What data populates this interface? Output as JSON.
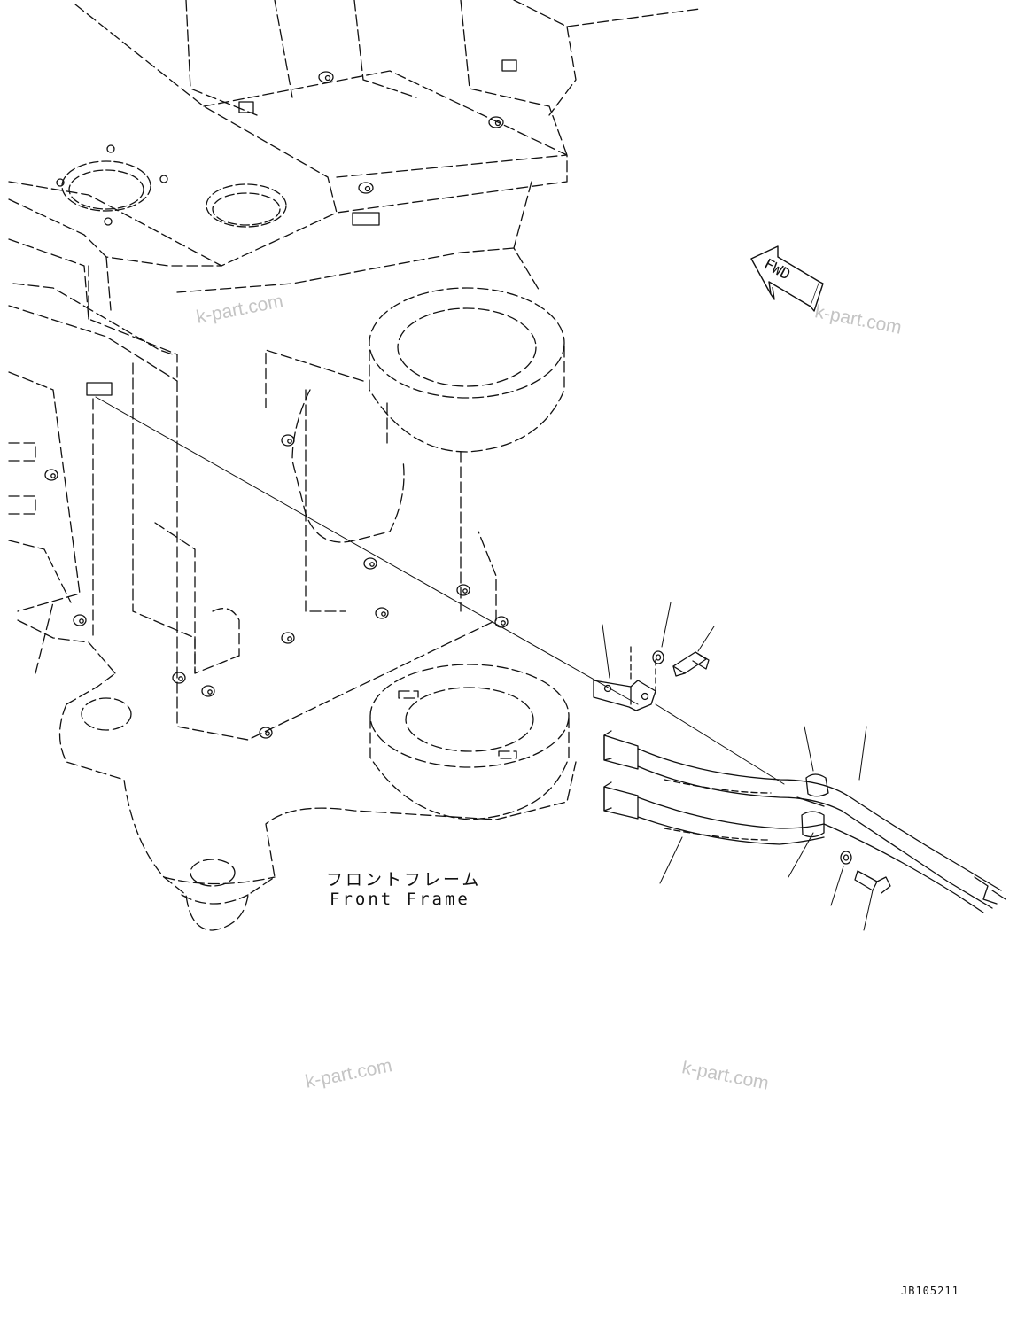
{
  "labels": {
    "frame_jp": "フロントフレーム",
    "frame_en": "Front Frame",
    "fwd": "FWD",
    "drawing_code": "JB105211"
  },
  "watermark": "k-part.com",
  "colors": {
    "line": "#111111",
    "watermark": "#c4c4c4",
    "background": "#ffffff"
  },
  "icons": [
    "fwd-arrow-icon"
  ]
}
